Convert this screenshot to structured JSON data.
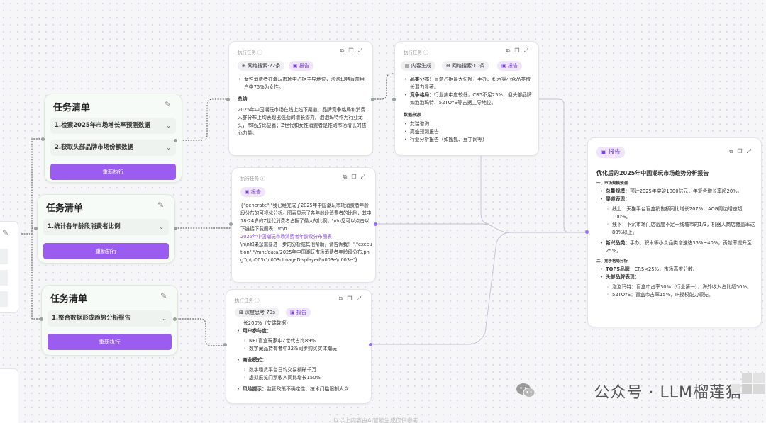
{
  "task_lists": [
    {
      "title": "任务清单",
      "items": [
        "1.检索2025年市场增长率预测数据",
        "2.获取头部品牌市场份额数据"
      ],
      "rerun_label": "重新执行"
    },
    {
      "title": "任务清单",
      "items": [
        "1.统计各年龄段消费者比例"
      ],
      "rerun_label": "重新执行"
    },
    {
      "title": "任务清单",
      "items": [
        "1.整合数据形成趋势分析报告"
      ],
      "rerun_label": "重新执行"
    }
  ],
  "exec_cards": {
    "label": "执行任务",
    "card1": {
      "chips": [
        "网络搜索·22条",
        "报告"
      ],
      "lines": [
        "女性消费者在潮玩市场中占据主导地位，泡泡玛特盲盒用户中75%为女性。"
      ],
      "summary_title": "总结",
      "summary": "2025年中国潮玩市场在线上线下渠道、品牌竞争格局和消费人群分布上均表现出强劲的增长潜力。泡泡玛特作为行业龙头，市场占比显著；Z世代和女性消费者是推动市场增长的核心力量。"
    },
    "card2": {
      "chips": [
        "内容生成",
        "网络搜索·10条",
        "报告"
      ],
      "bullets": [
        {
          "label": "品类分布：",
          "text": "盲盒占据最大份额，手办、积木等小众品类增长潜力显著。"
        },
        {
          "label": "竞争格局：",
          "text": "行业集中度较低，CR5不足25%，但头部品牌如泡泡玛特、52TOYS等占据主导地位。"
        }
      ],
      "source_title": "数据来源",
      "sources": [
        "艾瑞咨询",
        "高盛预测报告",
        "行业分析报告（如搜狐、豆丁网等）"
      ]
    },
    "card3": {
      "chips": [
        "报告"
      ],
      "text_pre": "{\"generate\":\"我已经完成了2025年中国潮玩市场消费者年龄段分布的可视化分析。图表显示了各年龄段消费者的比例，其中18-24岁的Z世代消费者占据了最大的比例。\\n\\n您可以点击以下链接下载图表：\\n\\n",
      "link": "2025年中国潮玩市场消费者年龄段分布图表",
      "text_post": "\\n\\n如果您需要进一步的分析或其他帮助，请告诉我！\",\"execution\":\"/mnt/data/2025年中国潮玩市场消费者年龄段分布.png\"\\n\\u003c\\u003cImageDisplayed\\u003e\\u003e\"}"
    },
    "card4": {
      "chips": [
        "深度思考·79s",
        "报告"
      ],
      "top_line": "长200%（艾瑞数据）",
      "sections": [
        {
          "title": "用户参与度：",
          "items": [
            "NFT盲盒玩家中Z世代占比89%",
            "数字藏品持有者中32%同步购买实体潮玩"
          ]
        },
        {
          "title": "商业模式：",
          "items": [
            "数字租赁平台日均交易额破千万",
            "虚拟展览门票收入同比增长150%"
          ]
        }
      ],
      "risk_label": "风险提示：",
      "risk_text": "监管政策不确定性、技术门槛限制大众"
    }
  },
  "report": {
    "chip": "报告",
    "title": "优化后的2025年中国潮玩市场趋势分析报告",
    "section1": "一、市场规模预测",
    "total": {
      "label": "总量规模：",
      "text": "预计2025年突破1000亿元，年复合增长率超20%。"
    },
    "channel_label": "渠道表现：",
    "channel_items": [
      "线上：天猫平台盲盒销售额同比增长207%，ACG周边增速超100%。",
      "线下：下沉市场门店密度不足一线城市的1/3，机器人商店覆盖率达80%以上。"
    ],
    "new_cat": {
      "label": "新兴品类：",
      "text": "手办、积木等小众品类增速达35%~40%，贡献率提升至25%。"
    },
    "section2": "二、竞争格局分析",
    "top5": {
      "label": "TOP5品牌：",
      "text": "CR5<25%，市场高度分散。"
    },
    "head_label": "头部品牌表现：",
    "head_items": [
      "泡泡玛特：盲盒市占率30%（行业第一），海外收入占比超50%。",
      "52TOYS：盲盒市占率15%，IP授权能力领先。"
    ]
  },
  "watermark": "公众号 · LLM榴莲猫",
  "bottom_faint": "以以上内容由AI智能生成仅供参考"
}
